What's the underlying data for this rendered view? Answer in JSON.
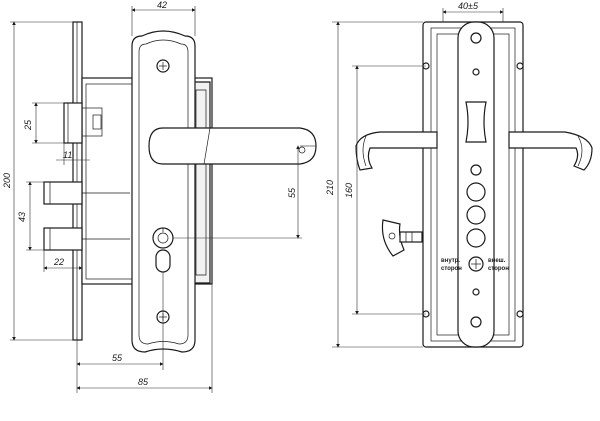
{
  "dimensions": {
    "handle_plate_width": "42",
    "overall_height": "200",
    "latch_height": "25",
    "latch_offset": "11",
    "bolt_span": "43",
    "bolt_offset": "22",
    "handle_to_cylinder": "55",
    "backset": "55",
    "case_depth": "85",
    "side_total_height": "210",
    "side_screw_span": "160",
    "door_thickness": "40±5"
  },
  "labels": {
    "inner_side": "внутр.",
    "inner_side_2": "сторон",
    "outer_side": "внеш.",
    "outer_side_2": "сторон"
  }
}
